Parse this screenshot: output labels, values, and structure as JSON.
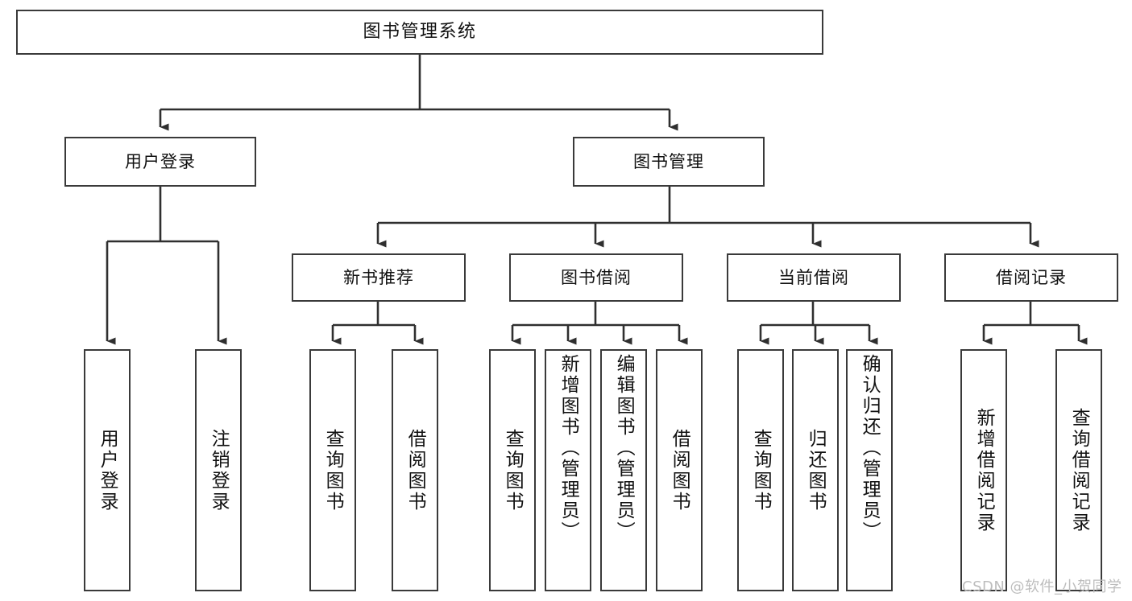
{
  "diagram": {
    "title_node": {
      "label": "图书管理系统"
    },
    "level2": [
      {
        "id": "user-login",
        "label": "用户登录"
      },
      {
        "id": "book-management",
        "label": "图书管理"
      }
    ],
    "level3": [
      {
        "id": "new-book-recommend",
        "label": "新书推荐"
      },
      {
        "id": "book-borrow",
        "label": "图书借阅"
      },
      {
        "id": "current-borrow",
        "label": "当前借阅"
      },
      {
        "id": "borrow-record",
        "label": "借阅记录"
      }
    ],
    "leaves": [
      {
        "id": "leaf-user-login",
        "label": "用户登录",
        "align": "center"
      },
      {
        "id": "leaf-logout-login",
        "label": "注销登录",
        "align": "center"
      },
      {
        "id": "leaf-query-book-1",
        "label": "查询图书",
        "align": "center"
      },
      {
        "id": "leaf-borrow-book-1",
        "label": "借阅图书",
        "align": "center"
      },
      {
        "id": "leaf-query-book-2",
        "label": "查询图书",
        "align": "center"
      },
      {
        "id": "leaf-add-book-admin",
        "label": "新增图书（管理员）",
        "align": "top"
      },
      {
        "id": "leaf-edit-book-admin",
        "label": "编辑图书（管理员）",
        "align": "top"
      },
      {
        "id": "leaf-borrow-book-2",
        "label": "借阅图书",
        "align": "center"
      },
      {
        "id": "leaf-query-book-3",
        "label": "查询图书",
        "align": "center"
      },
      {
        "id": "leaf-return-book",
        "label": "归还图书",
        "align": "center"
      },
      {
        "id": "leaf-confirm-return-admin",
        "label": "确认归还（管理员）",
        "align": "top"
      },
      {
        "id": "leaf-add-borrow-record",
        "label": "新增借阅记录",
        "align": "center"
      },
      {
        "id": "leaf-query-borrow-record",
        "label": "查询借阅记录",
        "align": "center"
      }
    ],
    "watermark": "CSDN @软件_小贺同学",
    "colors": {
      "box_border": "#3a3a3a",
      "connector": "#2f2f2f",
      "text": "#111111",
      "background": "#ffffff",
      "watermark": "#bdbdbd"
    }
  }
}
